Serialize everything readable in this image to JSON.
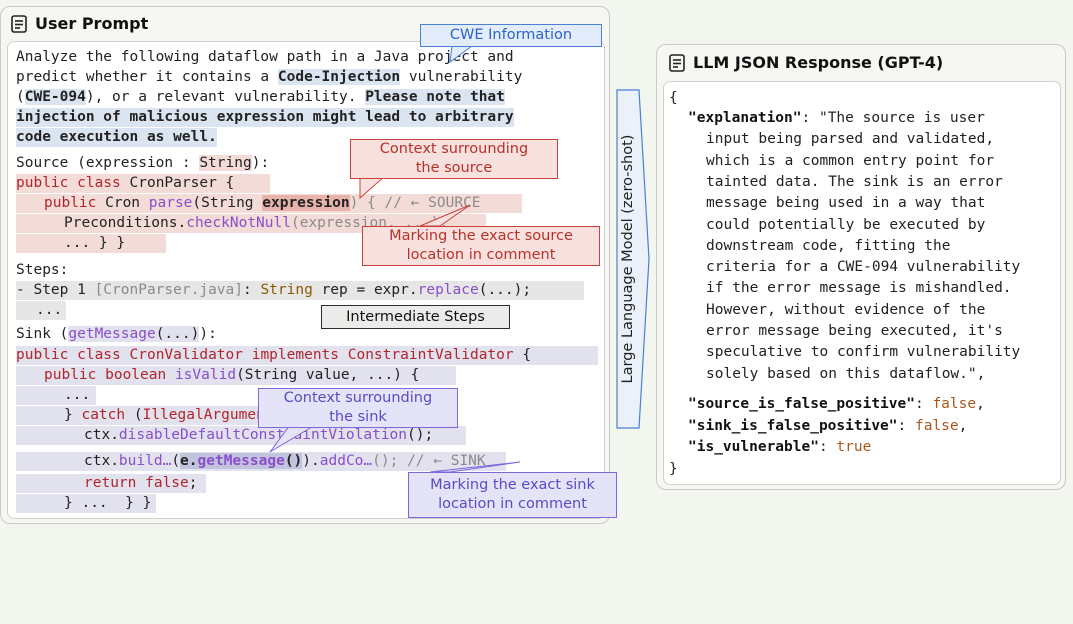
{
  "user_prompt": {
    "title": "User Prompt",
    "intro_lines": [
      "Analyze the following dataflow path in a Java project and",
      "predict whether it contains a ",
      "Code-Injection",
      " vulnerability",
      "(",
      "CWE-094",
      "), or a relevant vulnerability. ",
      "Please note that",
      "injection of malicious expression might lead to arbitrary",
      "code execution as well."
    ],
    "source_header": "Source (expression : String):",
    "source_code": {
      "l1": "public class CronParser {",
      "l2_pre": "public Cron parse(String ",
      "l2_mark": "expression",
      "l2_post": ") { // ← SOURCE",
      "l3": "Preconditions.checkNotNull(expression, ...);",
      "l4": "... } }"
    },
    "steps_header": "Steps:",
    "steps_code": {
      "l1": "- Step 1 [CronParser.java]: String rep = expr.replace(...);",
      "l2": "..."
    },
    "sink_header": "Sink (getMessage(...)):",
    "sink_code": {
      "l1": "public class CronValidator implements ConstraintValidator {",
      "l2": "public boolean isValid(String value, ...) {",
      "l3": "...",
      "l4": "} catch (IllegalArgumentException e) {",
      "l5": "ctx.disableDefaultConstraintViolation();",
      "l6_pre": "ctx.build…(",
      "l6_mark": "e.getMessage()",
      "l6_post": ").addCo…(); // ← SINK",
      "l7": "return false;",
      "l8": "} ...  } }"
    }
  },
  "callouts": {
    "cwe": "CWE Information",
    "context_source": [
      "Context surrounding",
      "the source"
    ],
    "mark_source": [
      "Marking the exact source",
      "location in comment"
    ],
    "steps": "Intermediate Steps",
    "context_sink": [
      "Context surrounding",
      "the sink"
    ],
    "mark_sink": [
      "Marking the exact sink",
      "location in comment"
    ]
  },
  "llm_label": "Large Language Model (zero-shot)",
  "response": {
    "title": "LLM JSON Response (GPT-4)",
    "open_brace": "{",
    "close_brace": "}",
    "explanation_key": "\"explanation\"",
    "explanation_lines": [
      "\"The source is user",
      "input being parsed and validated,",
      "which is a common entry point for",
      "tainted data. The sink is an error",
      "message being used in a way that",
      "could potentially be executed by",
      "downstream code, fitting the",
      "criteria for a CWE-094 vulnerability",
      "if the error message is mishandled.",
      "However, without evidence of the",
      "error message being executed, it's",
      "speculative to confirm vulnerability",
      "solely based on this dataflow.\","
    ],
    "fields": [
      {
        "key": "\"source_is_false_positive\"",
        "value": "false",
        "sep": ","
      },
      {
        "key": "\"sink_is_false_positive\"",
        "value": "false",
        "sep": ","
      },
      {
        "key": "\"is_vulnerable\"",
        "value": "true",
        "sep": ""
      }
    ]
  }
}
